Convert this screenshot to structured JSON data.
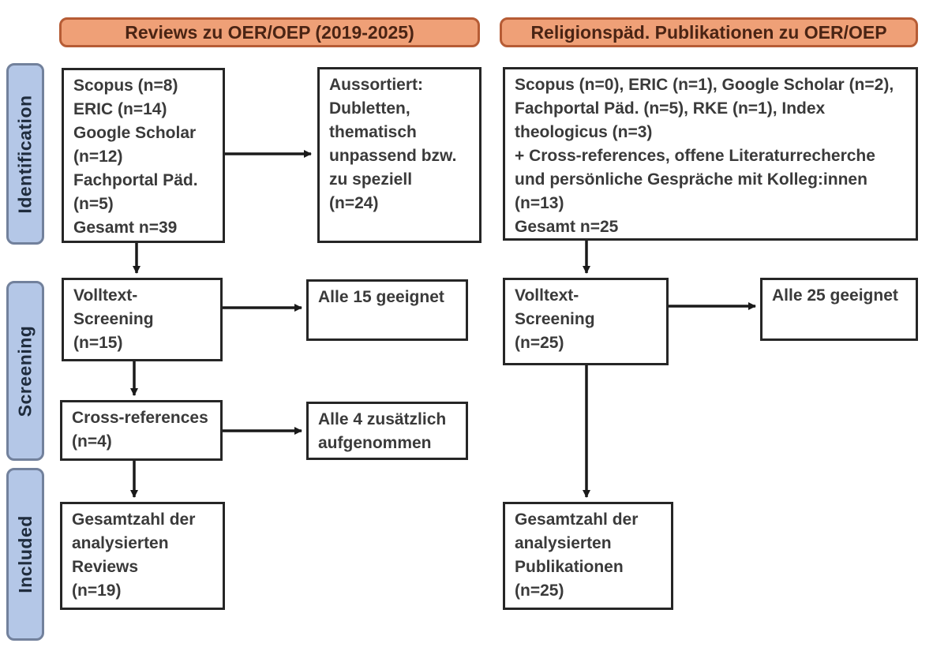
{
  "headers": {
    "left": "Reviews zu OER/OEP (2019-2025)",
    "right": "Religionspäd. Publikationen zu OER/OEP"
  },
  "sidebar": {
    "identification": "Identification",
    "screening": "Screening",
    "included": "Included"
  },
  "left_column": {
    "sources": "Scopus (n=8)\nERIC (n=14)\nGoogle Scholar\n(n=12)\nFachportal Päd.\n(n=5)\nGesamt n=39",
    "excluded": "Aussortiert:\nDubletten,\nthematisch\nunpassend bzw.\nzu speziell\n(n=24)",
    "fulltext_screening": "Volltext-\nScreening\n(n=15)",
    "screening_result": "Alle 15 geeignet",
    "cross_references": "Cross-references\n(n=4)",
    "cross_references_result": "Alle 4 zusätzlich\naufgenommen",
    "included_total": "Gesamtzahl der\nanalysierten\nReviews\n(n=19)"
  },
  "right_column": {
    "sources": "Scopus (n=0), ERIC (n=1), Google Scholar (n=2),\nFachportal Päd. (n=5), RKE (n=1), Index\ntheologicus (n=3)\n+ Cross-references, offene Literaturrecherche\nund persönliche Gespräche mit Kolleg:innen\n(n=13)\nGesamt n=25",
    "fulltext_screening": "Volltext-\nScreening\n(n=25)",
    "screening_result": "Alle 25 geeignet",
    "included_total": "Gesamtzahl der\nanalysierten\nPublikationen\n(n=25)"
  },
  "colors": {
    "header_fill": "#efa077",
    "header_border": "#b65c35",
    "sidebar_fill": "#b4c7e7",
    "sidebar_border": "#72819c",
    "box_border": "#262626",
    "arrow": "#1a1a1a",
    "text": "#3a3a3a"
  }
}
